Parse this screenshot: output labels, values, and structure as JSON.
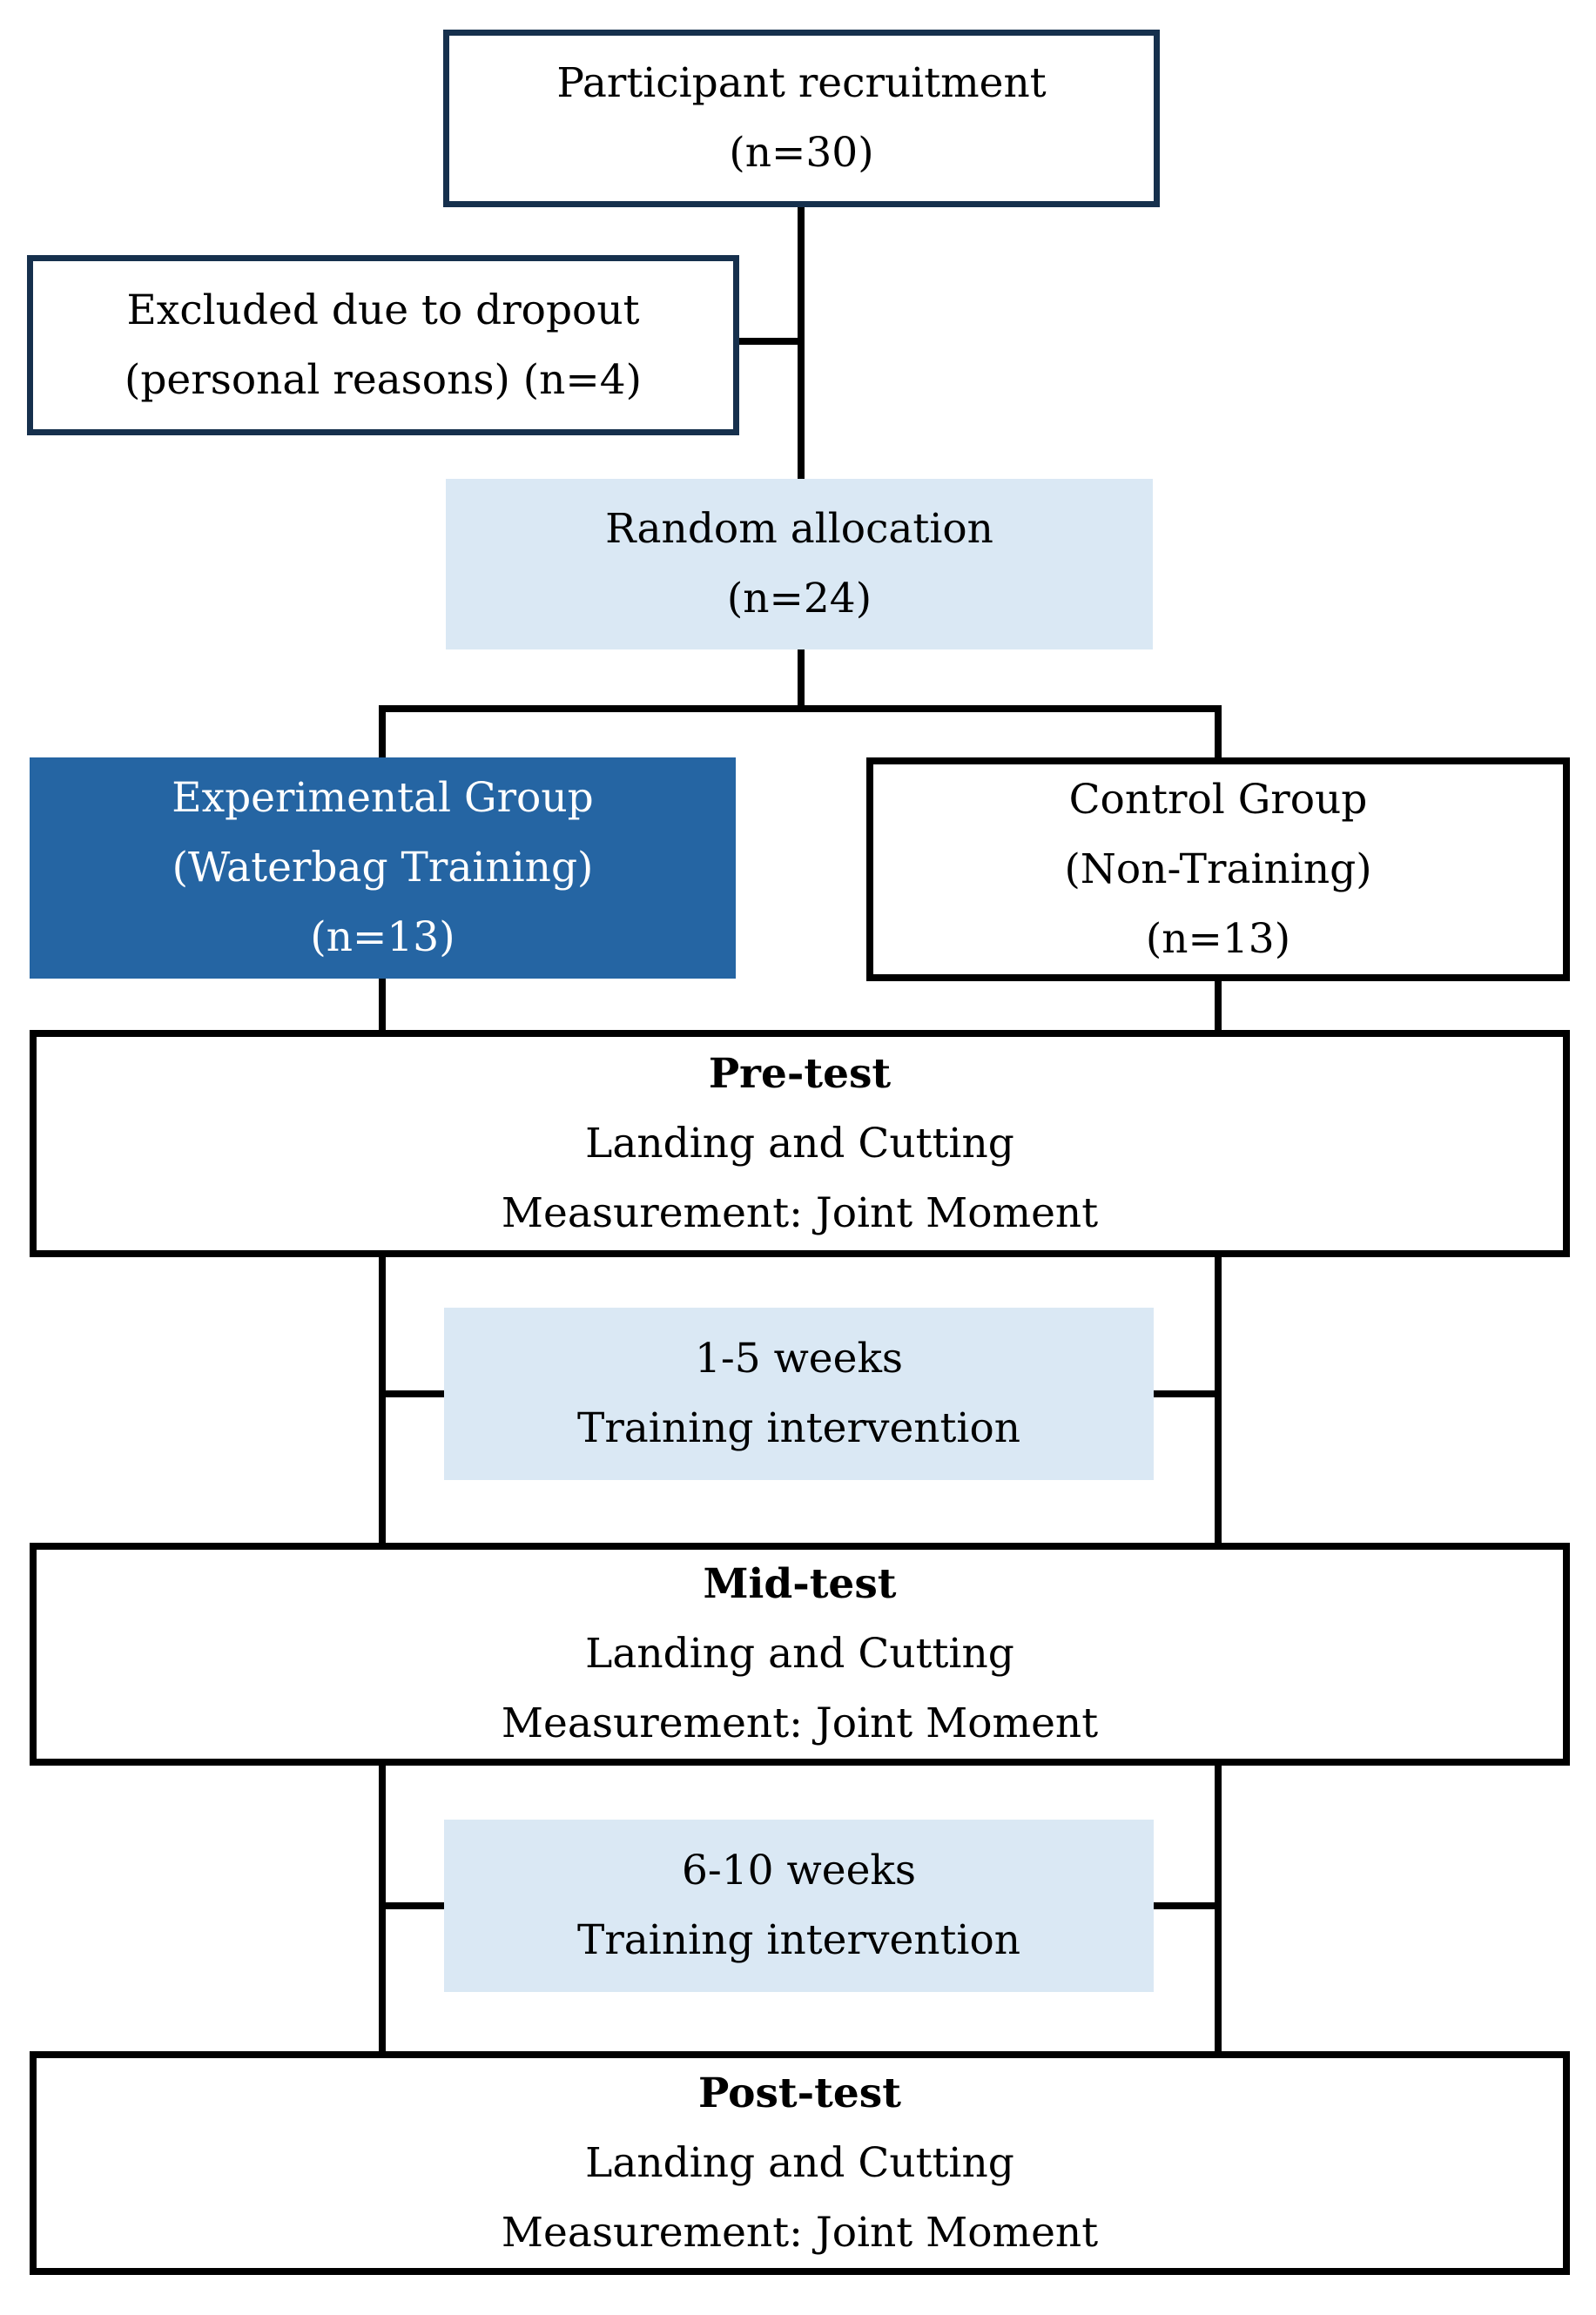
{
  "figure": {
    "background_color": "#FFFFFF",
    "colors": {
      "navy_border": "#16304D",
      "black_border": "#000000",
      "connector_line": "#000000",
      "dark_blue_fill": "#2565A3",
      "light_blue_fill": "#DAE8F4",
      "dark_box_text": "#FFFFFF",
      "default_text": "#000000"
    },
    "boxes": {
      "recruitment": {
        "line1": "Participant recruitment",
        "line2": "(n=30)"
      },
      "excluded": {
        "line1": "Excluded due to dropout",
        "line2": "(personal reasons) (n=4)"
      },
      "random_allocation": {
        "line1": "Random allocation",
        "line2": "(n=24)"
      },
      "experimental_group": {
        "line1": "Experimental Group",
        "line2": "(Waterbag Training)",
        "line3": "(n=13)"
      },
      "control_group": {
        "line1": "Control Group",
        "line2": "(Non-Training)",
        "line3": "(n=13)"
      },
      "pre_test": {
        "line1": "Pre-test",
        "line2": "Landing and Cutting",
        "line3": "Measurement: Joint Moment"
      },
      "weeks_1_5": {
        "line1": "1-5 weeks",
        "line2": "Training intervention"
      },
      "mid_test": {
        "line1": "Mid-test",
        "line2": "Landing and Cutting",
        "line3": "Measurement: Joint Moment"
      },
      "weeks_6_10": {
        "line1": "6-10 weeks",
        "line2": "Training intervention"
      },
      "post_test": {
        "line1": "Post-test",
        "line2": "Landing and Cutting",
        "line3": "Measurement: Joint Moment"
      }
    },
    "edges": [
      "recruitment -> excluded (side branch)",
      "recruitment -> random_allocation",
      "random_allocation -> experimental_group",
      "random_allocation -> control_group",
      "experimental_group -> pre_test",
      "control_group -> pre_test",
      "pre_test -> weeks_1_5 -> mid_test (left and right rails)",
      "mid_test -> weeks_6_10 -> post_test (left and right rails)"
    ]
  }
}
